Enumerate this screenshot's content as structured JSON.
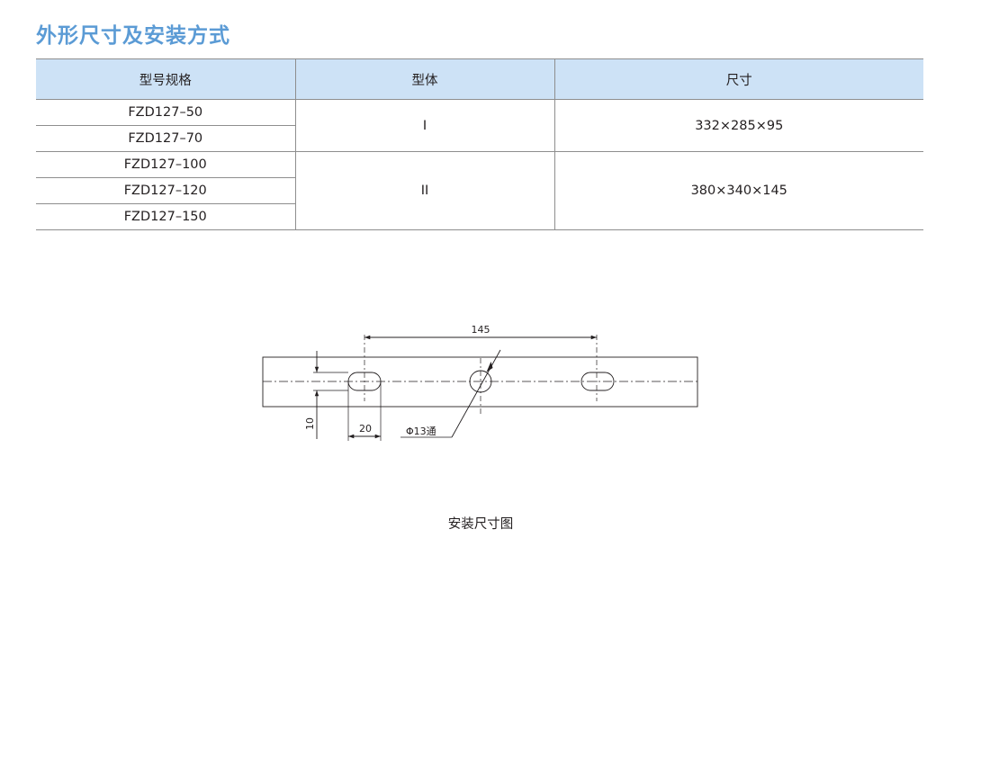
{
  "section": {
    "title": "外形尺寸及安装方式"
  },
  "table": {
    "headers": {
      "model": "型号规格",
      "type": "型体",
      "size": "尺寸"
    },
    "groups": [
      {
        "type": "I",
        "size": "332×285×95",
        "models": [
          "FZD127–50",
          "FZD127–70"
        ]
      },
      {
        "type": "II",
        "size": "380×340×145",
        "models": [
          "FZD127–100",
          "FZD127–120",
          "FZD127–150"
        ]
      }
    ]
  },
  "drawing": {
    "dim_spacing": "145",
    "dim_slot_length": "20",
    "dim_slot_width": "10",
    "hole_label": "Φ13通",
    "caption": "安装尺寸图"
  },
  "colors": {
    "title": "#5b9bd5",
    "header_bg": "#cde2f6",
    "line": "#231f20",
    "rule": "#8e8e8e"
  }
}
